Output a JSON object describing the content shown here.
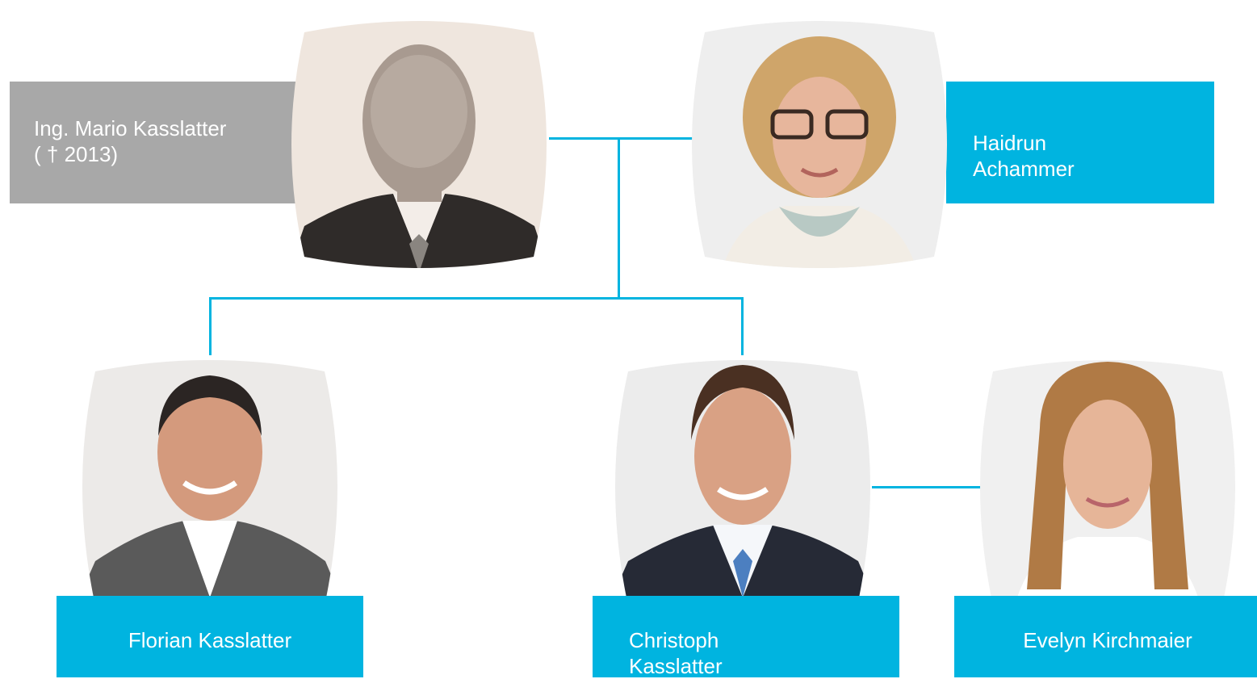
{
  "colors": {
    "accent": "#00b4e0",
    "deceased_box": "#a8a8a8",
    "text_on_box": "#ffffff"
  },
  "people": {
    "mario": {
      "name": "Ing. Mario Kasslatter",
      "note": "( † 2013)",
      "photo_icon": "elderly-man-portrait"
    },
    "haidrun": {
      "name_line1": "Haidrun",
      "name_line2": "Achammer",
      "photo_icon": "woman-with-glasses-portrait"
    },
    "florian": {
      "name": "Florian Kasslatter",
      "photo_icon": "man-portrait"
    },
    "christoph": {
      "name_line1": "Christoph",
      "name_line2": "Kasslatter",
      "photo_icon": "man-in-suit-portrait"
    },
    "evelyn": {
      "name": "Evelyn Kirchmaier",
      "photo_icon": "woman-portrait"
    }
  }
}
